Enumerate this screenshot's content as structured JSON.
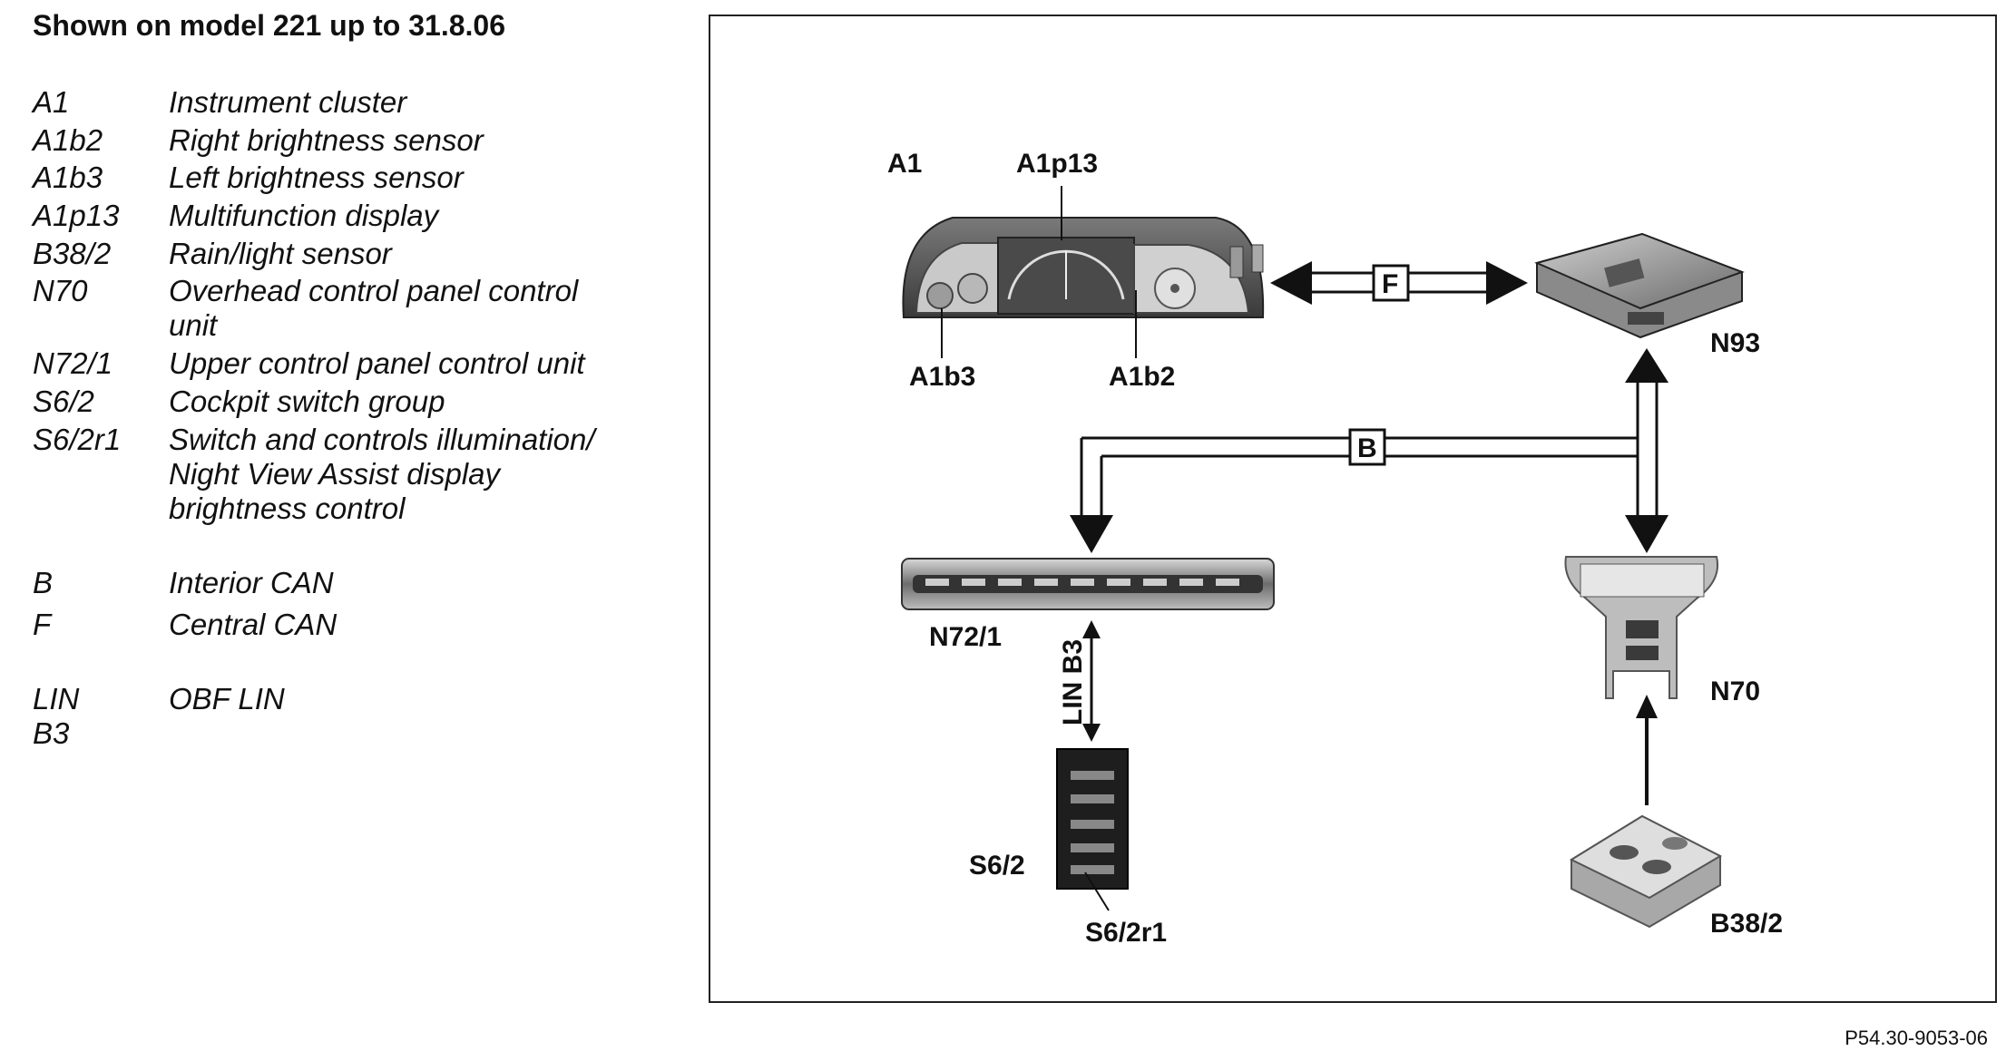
{
  "title": "Shown on model 221 up to 31.8.06",
  "legend": [
    {
      "code": "A1",
      "desc": "Instrument cluster"
    },
    {
      "code": "A1b2",
      "desc": "Right brightness sensor"
    },
    {
      "code": "A1b3",
      "desc": "Left brightness sensor"
    },
    {
      "code": "A1p13",
      "desc": "Multifunction display"
    },
    {
      "code": "B38/2",
      "desc": "Rain/light sensor"
    },
    {
      "code": "N70",
      "desc": "Overhead control panel control unit"
    },
    {
      "code": "N72/1",
      "desc": "Upper control panel control unit"
    },
    {
      "code": "S6/2",
      "desc": "Cockpit switch group"
    },
    {
      "code": "S6/2r1",
      "desc": "Switch and controls illumination/ Night View Assist display brightness control"
    },
    {
      "code": "B",
      "desc": "Interior CAN"
    },
    {
      "code": "F",
      "desc": "Central CAN"
    },
    {
      "code": "LIN B3",
      "desc": "OBF LIN"
    }
  ],
  "diagram": {
    "labels": {
      "a1": "A1",
      "a1p13": "A1p13",
      "a1b3": "A1b3",
      "a1b2": "A1b2",
      "n93": "N93",
      "n72_1": "N72/1",
      "n70": "N70",
      "s6_2": "S6/2",
      "s6_2r1": "S6/2r1",
      "b38_2": "B38/2",
      "lin_b3": "LIN B3"
    },
    "bus_labels": {
      "f": "F",
      "b": "B"
    }
  },
  "reference": "P54.30-9053-06"
}
